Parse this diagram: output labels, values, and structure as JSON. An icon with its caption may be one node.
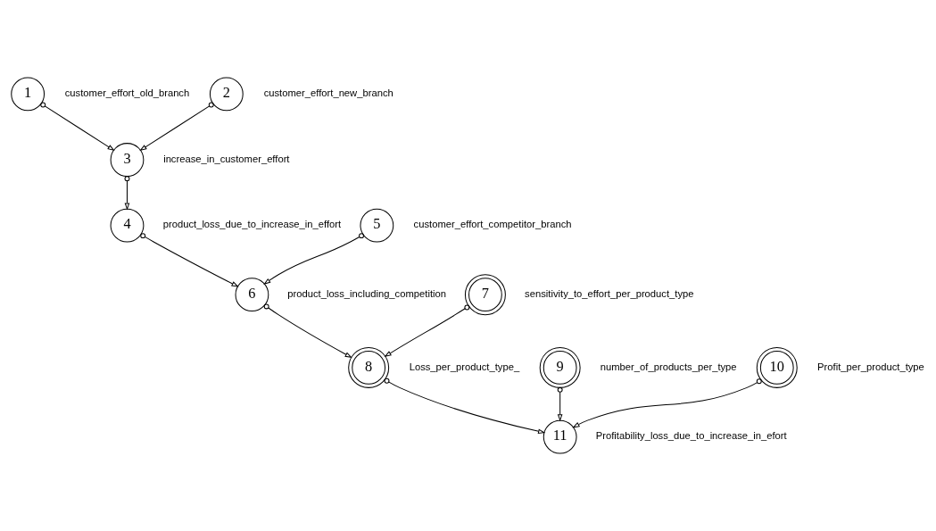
{
  "diagram": {
    "nodes": [
      {
        "text": [
          "1"
        ],
        "beside": [
          "customer_effort_old_branch"
        ]
      },
      {
        "text": [
          "2"
        ],
        "beside": [
          "customer_effort_new_branch"
        ]
      },
      {
        "text": [
          "3"
        ],
        "beside": [
          "increase_in_customer_effort"
        ]
      },
      {
        "text": [
          "4"
        ],
        "beside": [
          "product_loss_due_to_increase_in_effort"
        ]
      },
      {
        "text": [
          "5"
        ],
        "beside": [
          "customer_effort_competitor_branch"
        ]
      },
      {
        "text": [
          "6"
        ],
        "beside": [
          "product_loss_including_competition"
        ]
      },
      {
        "text": [
          "7"
        ],
        "beside": [
          "sensitivity_to_effort_per_product_type"
        ]
      },
      {
        "text": [
          "8"
        ],
        "beside": [
          "Loss_per_product_type_"
        ]
      },
      {
        "text": [
          "9"
        ],
        "beside": [
          "number_of_products_per_type"
        ]
      },
      {
        "text": [
          "10"
        ],
        "beside": [
          "Profit_per_product_type"
        ]
      },
      {
        "text": [
          "11"
        ],
        "beside": [
          "Profitability_loss_due_to_increase_in_efort"
        ]
      }
    ],
    "edges": [
      {
        "from": 0,
        "to": 2,
        "arrow": "to"
      },
      {
        "from": 1,
        "to": 2,
        "arrow": "to"
      },
      {
        "from": 2,
        "to": 3,
        "arrow": "to"
      },
      {
        "from": 3,
        "to": 5,
        "arrow": "to"
      },
      {
        "from": 4,
        "to": 5,
        "arrow": "to"
      },
      {
        "from": 5,
        "to": 7,
        "arrow": "to"
      },
      {
        "from": 6,
        "to": 7,
        "arrow": "to"
      },
      {
        "from": 7,
        "to": 10,
        "arrow": "to"
      },
      {
        "from": 8,
        "to": 10,
        "arrow": "to"
      },
      {
        "from": 9,
        "to": 10,
        "arrow": "to"
      }
    ]
  }
}
